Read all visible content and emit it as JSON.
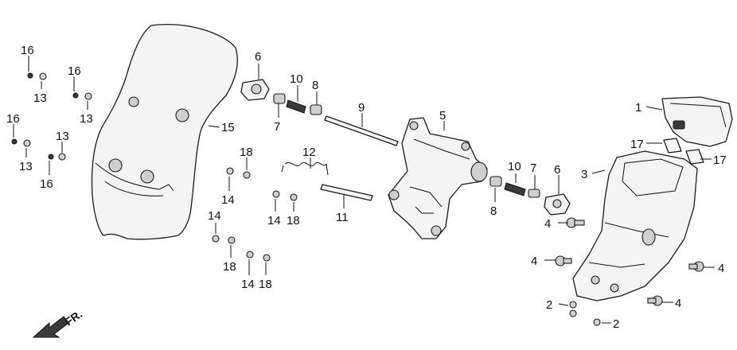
{
  "callouts": {
    "c1": "1",
    "c2a": "2",
    "c2b": "2",
    "c3": "3",
    "c4a": "4",
    "c4b": "4",
    "c4c": "4",
    "c4d": "4",
    "c5": "5",
    "c6a": "6",
    "c6b": "6",
    "c7a": "7",
    "c7b": "7",
    "c8a": "8",
    "c8b": "8",
    "c9": "9",
    "c10a": "10",
    "c10b": "10",
    "c11": "11",
    "c12": "12",
    "c13a": "13",
    "c13b": "13",
    "c13c": "13",
    "c13d": "13",
    "c14a": "14",
    "c14b": "14",
    "c14c": "14",
    "c14d": "14",
    "c15": "15",
    "c16a": "16",
    "c16b": "16",
    "c16c": "16",
    "c16d": "16",
    "c17a": "17",
    "c17b": "17",
    "c18a": "18",
    "c18b": "18",
    "c18c": "18",
    "c18d": "18"
  },
  "direction_label": "FR."
}
